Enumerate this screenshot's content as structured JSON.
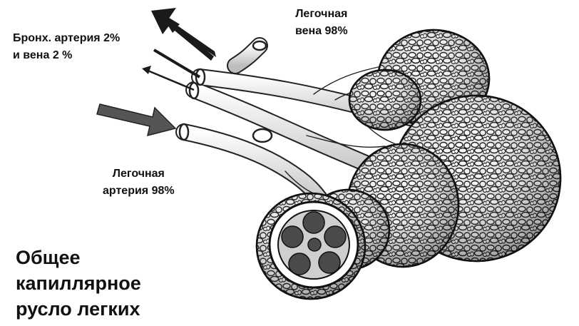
{
  "labels": {
    "bronchial": {
      "line1": "Бронх. артерия 2%",
      "line2": "и вена 2 %"
    },
    "pulmonary_vein": {
      "line1": "Легочная",
      "line2": "вена 98%"
    },
    "pulmonary_artery": {
      "line1": "Легочная",
      "line2": "артерия 98%"
    }
  },
  "title": {
    "line1": "Общее",
    "line2": "капиллярное",
    "line3": "русло легких"
  },
  "colors": {
    "text": "#111111",
    "ink": "#222222",
    "lobule_fill": "#5a5a5a",
    "vessel_fill": "#e8e8e8",
    "background": "#ffffff"
  }
}
